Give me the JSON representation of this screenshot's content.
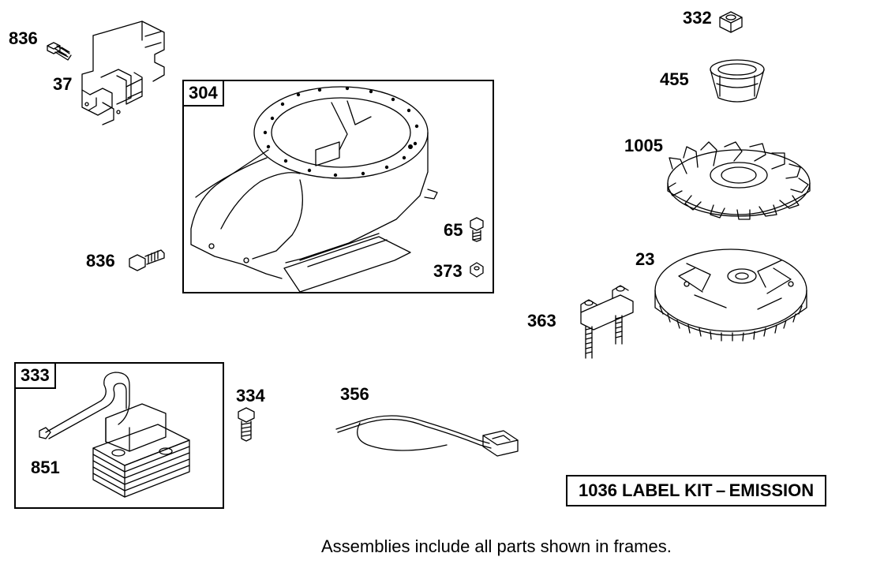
{
  "parts": {
    "p836a": "836",
    "p37": "37",
    "p304": "304",
    "p65": "65",
    "p373": "373",
    "p836b": "836",
    "p332": "332",
    "p455": "455",
    "p1005": "1005",
    "p23": "23",
    "p363": "363",
    "p333": "333",
    "p851": "851",
    "p334": "334",
    "p356": "356"
  },
  "kit_label": "1036 LABEL KIT – EMISSION",
  "footnote": "Assemblies include all parts shown in frames."
}
